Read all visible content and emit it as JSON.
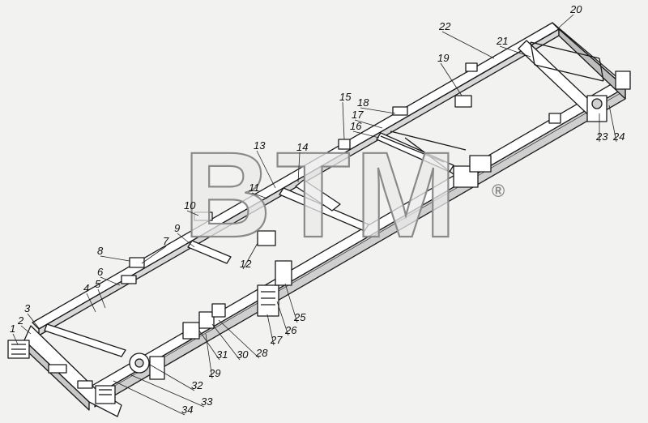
{
  "watermark": {
    "text": "BTM",
    "registered": "®"
  },
  "callouts": [
    "1",
    "2",
    "3",
    "4",
    "5",
    "6",
    "7",
    "8",
    "9",
    "10",
    "11",
    "12",
    "13",
    "14",
    "15",
    "16",
    "17",
    "18",
    "19",
    "20",
    "21",
    "22",
    "23",
    "24",
    "25",
    "26",
    "27",
    "28",
    "29",
    "30",
    "31",
    "32",
    "33",
    "34"
  ],
  "colors": {
    "paper": "#f2f2f0",
    "ink": "#1a1a1a",
    "watermark_fill": "#e9e9e9",
    "watermark_stroke": "#8a8a8a"
  }
}
